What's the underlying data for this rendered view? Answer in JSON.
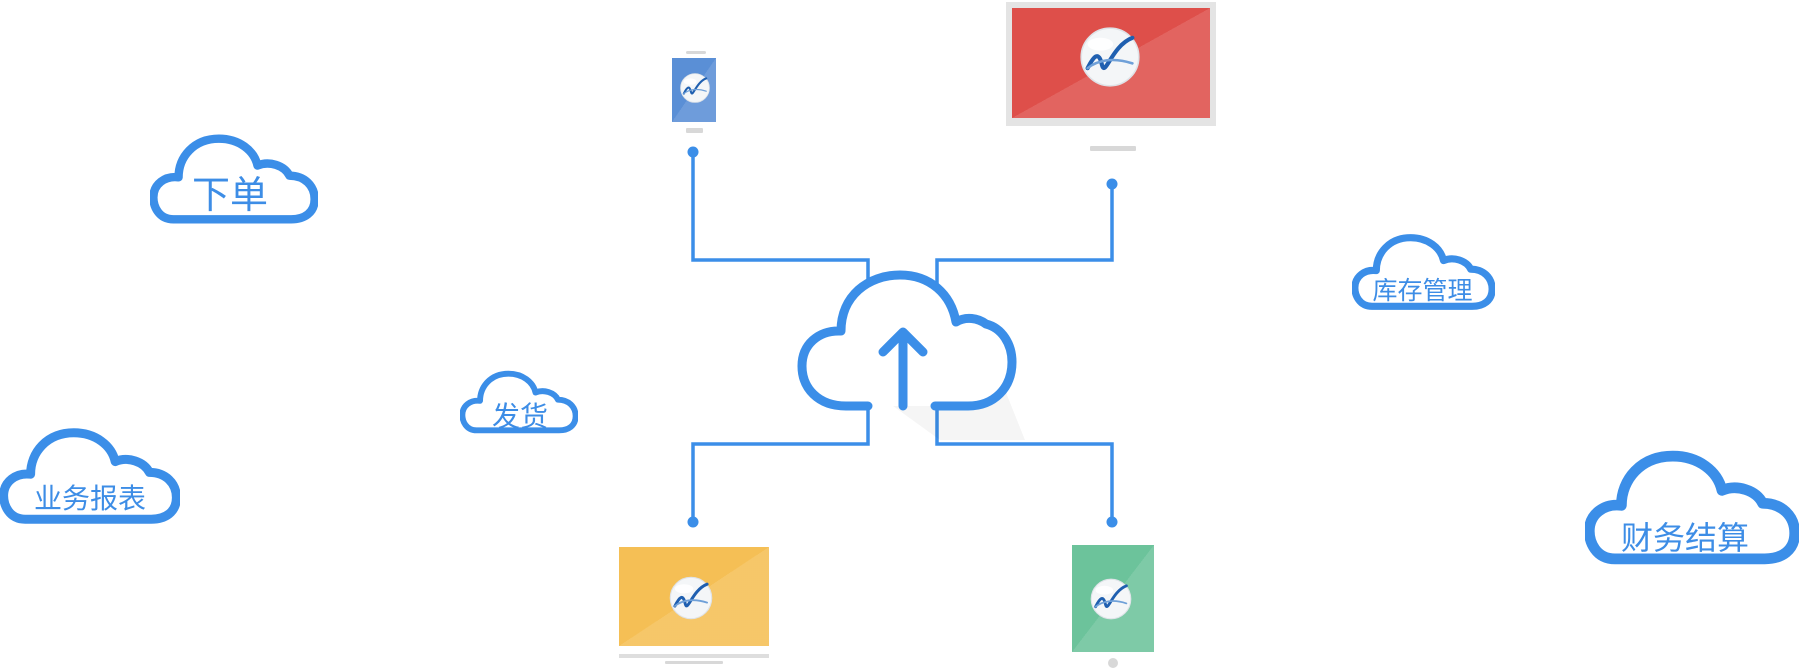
{
  "clouds": {
    "order": "下单",
    "ship": "发货",
    "report": "业务报表",
    "inventory": "库存管理",
    "finance": "财务结算"
  },
  "icons": {
    "center": "cloud-upload-icon",
    "device_logo": "checkmark-logo-icon",
    "devices": [
      "phone-device",
      "monitor-device",
      "laptop-device",
      "tablet-device"
    ]
  },
  "colors": {
    "accent_blue": "#3b8ee8",
    "phone_blue": "#5a8fd6",
    "monitor_red": "#de4f4a",
    "laptop_yellow": "#f5bf55",
    "tablet_green": "#6cc39b",
    "device_gray": "#d8d8d8"
  }
}
